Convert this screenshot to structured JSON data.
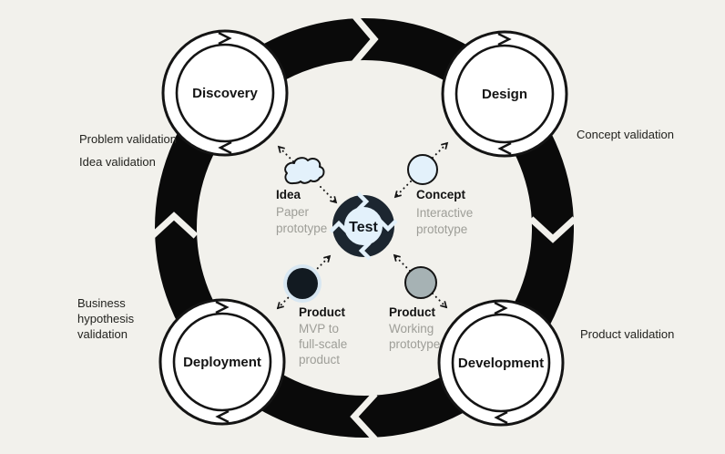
{
  "diagram": {
    "center_label": "Test",
    "stages": {
      "discovery": "Discovery",
      "design": "Design",
      "development": "Development",
      "deployment": "Deployment"
    },
    "checkpoints": {
      "idea": {
        "name": "Idea",
        "icon": "cloud-icon",
        "desc": [
          "Paper",
          "prototype"
        ]
      },
      "concept": {
        "name": "Concept",
        "icon": "light-circle-icon",
        "desc": [
          "Interactive",
          "prototype"
        ]
      },
      "product_mvp": {
        "name": "Product",
        "icon": "black-circle-icon",
        "desc": [
          "MVP to",
          "full-scale",
          "product"
        ]
      },
      "product_working": {
        "name": "Product",
        "icon": "gray-circle-icon",
        "desc": [
          "Working",
          "prototype"
        ]
      }
    },
    "validations": {
      "problem": "Problem validation",
      "idea": "Idea validation",
      "business": [
        "Business",
        "hypothesis",
        "validation"
      ],
      "concept": "Concept validation",
      "product": "Product validation"
    },
    "colors": {
      "background": "#f2f1ec",
      "ring": "#0a0a0a",
      "hub_ring": "#1c2630",
      "light_blue": "#e3f1fb",
      "black_circle": "#121a21",
      "black_circle_halo": "#d8e7f2",
      "gray_circle": "#a6b2b4",
      "muted_text": "#9e9e98",
      "text": "#141414"
    }
  }
}
